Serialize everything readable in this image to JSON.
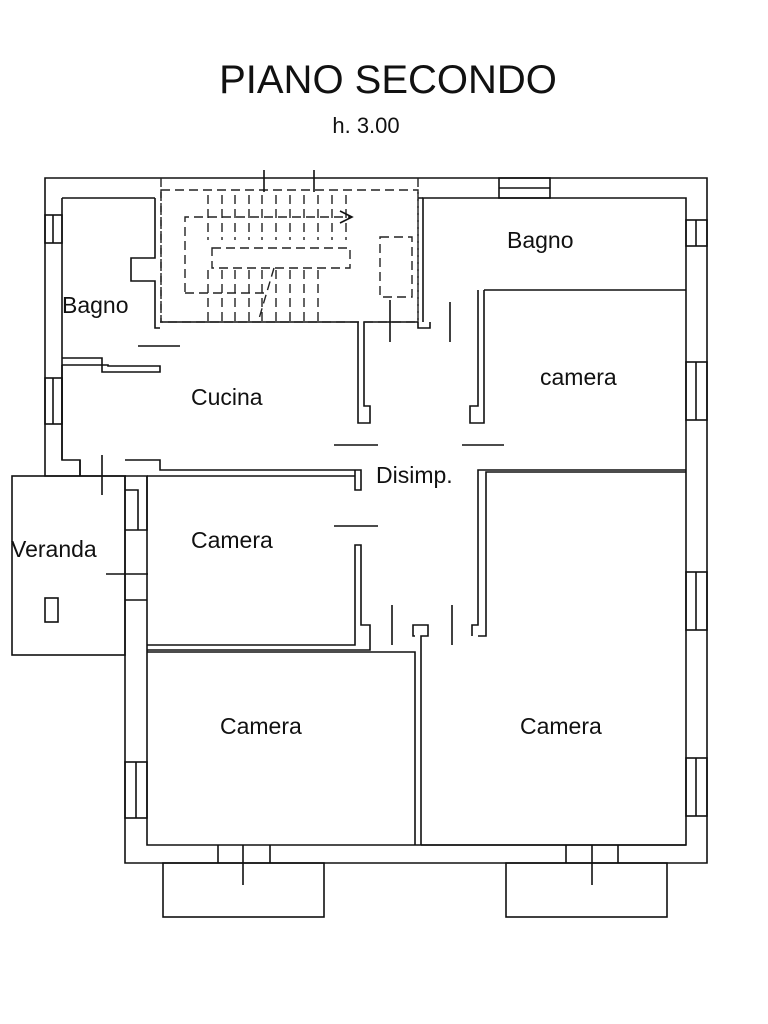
{
  "header": {
    "title": "PIANO SECONDO",
    "height": "h. 3.00"
  },
  "rooms": {
    "bagno_left": "Bagno",
    "bagno_right": "Bagno",
    "cucina": "Cucina",
    "camera_upper_right": "camera",
    "disimpegno": "Disimp.",
    "veranda": "Veranda",
    "camera_middle_left": "Camera",
    "camera_bottom_left": "Camera",
    "camera_bottom_right": "Camera"
  }
}
